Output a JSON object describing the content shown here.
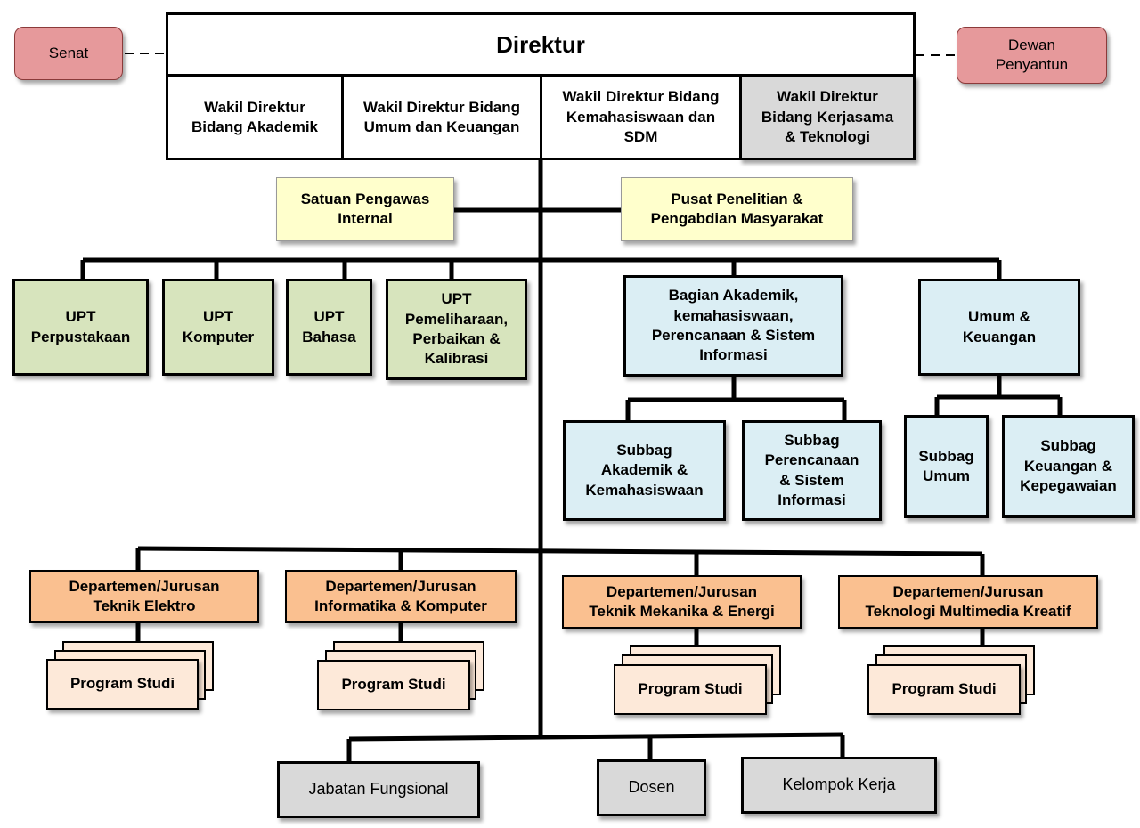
{
  "colors": {
    "line": "#000000",
    "senat": "#e6999b",
    "yellow": "#ffffcc",
    "green": "#d7e4bd",
    "blue": "#dbeef4",
    "orange": "#fac090",
    "peach": "#fde9d9",
    "gray": "#d9d9d9"
  },
  "top": {
    "senat": "Senat",
    "director": "Direktur",
    "dewan": "Dewan\nPenyantun"
  },
  "deputies": [
    "Wakil Direktur\nBidang Akademik",
    "Wakil Direktur Bidang\nUmum dan Keuangan",
    "Wakil Direktur Bidang\nKemahasiswaan dan\nSDM",
    "Wakil Direktur\nBidang Kerjasama\n& Teknologi"
  ],
  "staff": {
    "spi": "Satuan Pengawas\nInternal",
    "p3m": "Pusat Penelitian &\nPengabdian Masyarakat"
  },
  "upt": [
    "UPT\nPerpustakaan",
    "UPT\nKomputer",
    "UPT\nBahasa",
    "UPT\nPemeliharaan,\nPerbaikan &\nKalibrasi"
  ],
  "bagian": {
    "akademik": "Bagian Akademik,\nkemahasiswaan,\nPerencanaan & Sistem\nInformasi",
    "umum": "Umum &\nKeuangan"
  },
  "subbag": [
    "Subbag\nAkademik &\nKemahasiswaan",
    "Subbag\nPerencanaan\n& Sistem\nInformasi",
    "Subbag\nUmum",
    "Subbag\nKeuangan &\nKepegawaian"
  ],
  "departments": [
    {
      "name": "Departemen/Jurusan\nTeknik Elektro",
      "program": "Program Studi"
    },
    {
      "name": "Departemen/Jurusan\nInformatika & Komputer",
      "program": "Program Studi"
    },
    {
      "name": "Departemen/Jurusan\nTeknik Mekanika & Energi",
      "program": "Program Studi"
    },
    {
      "name": "Departemen/Jurusan\nTeknologi Multimedia Kreatif",
      "program": "Program Studi"
    }
  ],
  "bottom": [
    "Jabatan Fungsional",
    "Dosen",
    "Kelompok Kerja"
  ]
}
